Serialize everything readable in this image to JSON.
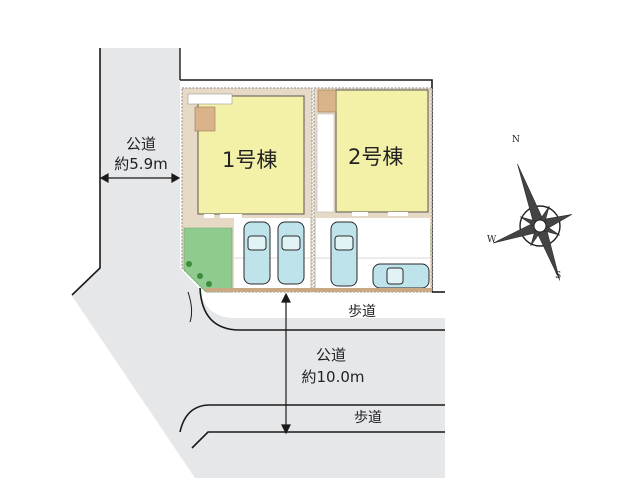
{
  "site_plan": {
    "buildings": [
      {
        "id": 1,
        "label": "1号棟"
      },
      {
        "id": 2,
        "label": "2号棟"
      }
    ],
    "roads": {
      "west": {
        "name": "公道",
        "width": "約5.9m"
      },
      "south": {
        "name": "公道",
        "width": "約10.0m"
      }
    },
    "sidewalks": {
      "north": "歩道",
      "south": "歩道"
    },
    "compass": {
      "n": "N",
      "s": "S",
      "w": "W"
    },
    "colors": {
      "road": "#e6e7e9",
      "building": "#f3f1a8",
      "lot": "#e6d9c6",
      "garden": "#8fca8f",
      "car": "#bfe3ea",
      "line": "#1a1a1a"
    }
  }
}
